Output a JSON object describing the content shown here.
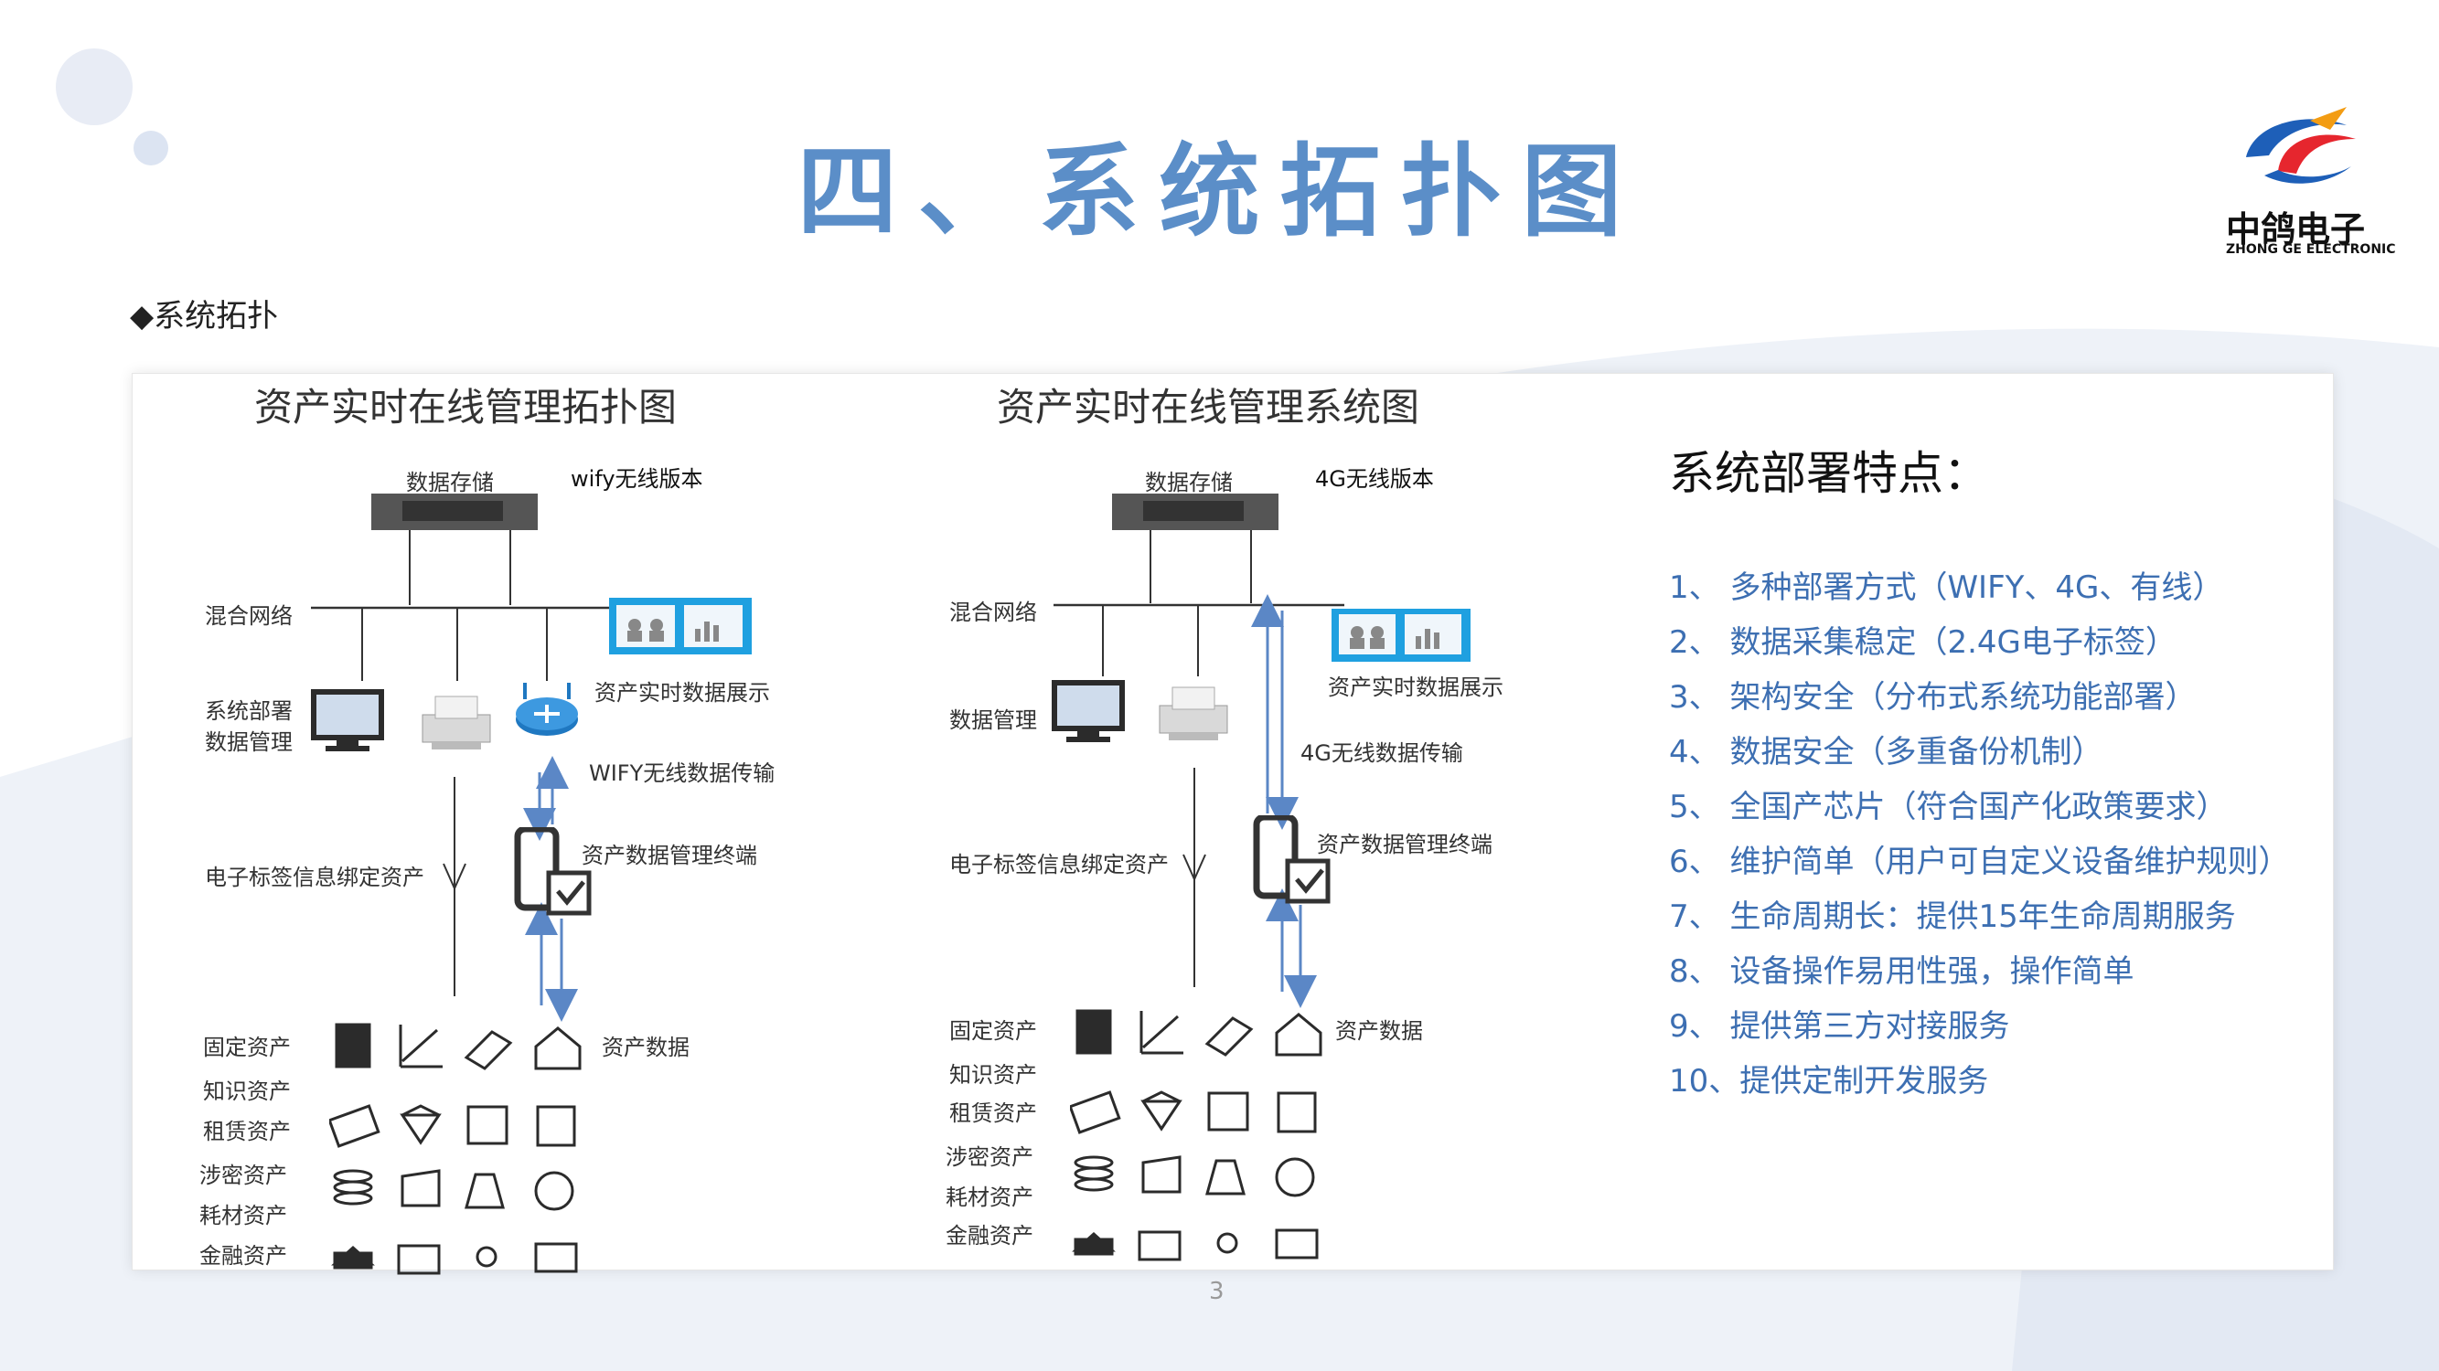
{
  "slide": {
    "title": "四、系统拓扑图",
    "section_label": "◆系统拓扑",
    "page_number": "3"
  },
  "brand": {
    "name_cn": "中鸽电子",
    "name_en": "ZHONG GE ELECTRONIC"
  },
  "left_diagram": {
    "title": "资产实时在线管理拓扑图",
    "storage_label": "数据存储",
    "version_label": "wify无线版本",
    "network_label": "混合网络",
    "deploy_label_1": "系统部署",
    "deploy_label_2": "数据管理",
    "display_label": "资产实时数据展示",
    "transfer_label": "WIFY无线数据传输",
    "binding_label": "电子标签信息绑定资产",
    "terminal_label": "资产数据管理终端",
    "asset_data_label": "资产数据",
    "asset_types": [
      "固定资产",
      "知识资产",
      "租赁资产",
      "涉密资产",
      "耗材资产",
      "金融资产"
    ]
  },
  "right_diagram": {
    "title": "资产实时在线管理系统图",
    "storage_label": "数据存储",
    "version_label": "4G无线版本",
    "network_label": "混合网络",
    "management_label": "数据管理",
    "display_label": "资产实时数据展示",
    "transfer_label": "4G无线数据传输",
    "binding_label": "电子标签信息绑定资产",
    "terminal_label": "资产数据管理终端",
    "asset_data_label": "资产数据",
    "asset_types": [
      "固定资产",
      "知识资产",
      "租赁资产",
      "涉密资产",
      "耗材资产",
      "金融资产"
    ]
  },
  "features": {
    "title": "系统部署特点：",
    "items": [
      "1、 多种部署方式（WIFY、4G、有线）",
      "2、  数据采集稳定（2.4G电子标签）",
      "3、  架构安全（分布式系统功能部署）",
      "4、  数据安全（多重备份机制）",
      "5、  全国产芯片（符合国产化政策要求）",
      "6、  维护简单（用户可自定义设备维护规则）",
      "7、  生命周期长：提供15年生命周期服务",
      "8、  设备操作易用性强，操作简单",
      "9、  提供第三方对接服务",
      "10、提供定制开发服务"
    ]
  },
  "colors": {
    "title": "#5b8ec8",
    "feature_text": "#3d6fb2",
    "accent_blue": "#1fa0e0",
    "arrow_blue": "#5b87c6"
  }
}
